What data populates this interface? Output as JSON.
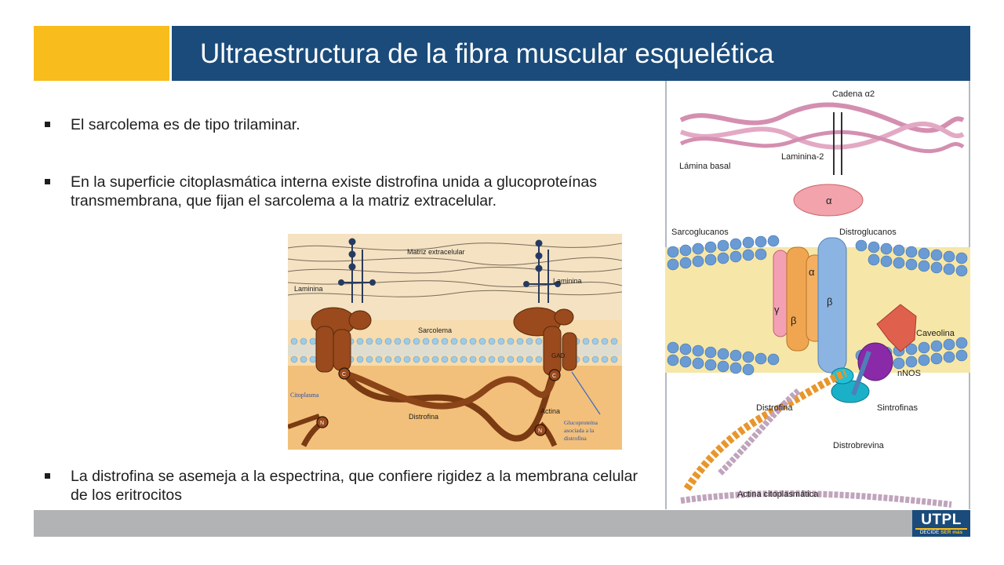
{
  "slide": {
    "title": "Ultraestructura de la fibra muscular esquelética",
    "colors": {
      "yellow": "#f8bc1c",
      "navy": "#1a4b7a",
      "footer_gray": "#b1b3b4"
    }
  },
  "bullets": [
    "El sarcolema es de tipo trilaminar.",
    "En la superficie citoplasmática interna existe distrofina unida a glucoproteínas transmembrana, que fijan el sarcolema a la matriz extracelular.",
    "La distrofina se asemeja a la espectrina, que confiere rigidez a la membrana celular de los eritrocitos"
  ],
  "figure_left": {
    "labels": {
      "matriz": "Matriz extracelular",
      "laminina_left": "Laminina",
      "laminina_right": "Laminina",
      "sarcolema": "Sarcolema",
      "gad": "GAD",
      "citoplasma": "Citoplasma",
      "distrofina": "Distrofina",
      "actina": "Actina",
      "c_left": "C",
      "c_right": "C",
      "n_left": "N",
      "n_right": "N",
      "gluco1": "Glucoproteína",
      "gluco2": "asociada a la",
      "gluco3": "distrofina"
    }
  },
  "figure_right": {
    "labels": {
      "cadena": "Cadena α2",
      "laminina2": "Laminina-2",
      "lamina_basal": "Lámina basal",
      "alpha": "α",
      "sarcoglucanos": "Sarcoglucanos",
      "distroglucanos": "Distroglucanos",
      "gamma": "γ",
      "beta1": "β",
      "alpha2": "α",
      "beta2": "β",
      "caveolina": "Caveolina",
      "nnos": "nNOS",
      "distrofina": "Distrofina",
      "sintrofinas": "Sintrofinas",
      "distrobrevina": "Distrobrevina",
      "actina": "Actina citoplasmática"
    }
  },
  "footer": {
    "logo": "UTPL",
    "tagline_a": "DECIDE ",
    "tagline_b": "SER ",
    "tagline_c": "más"
  }
}
